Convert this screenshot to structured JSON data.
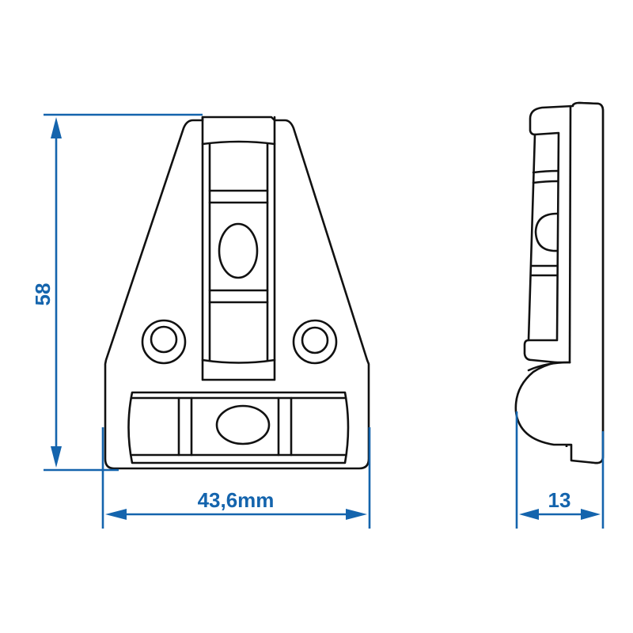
{
  "drawing": {
    "type": "technical dimension drawing",
    "subject": "spirit level (front and side view)",
    "colors": {
      "dimension": "#1464ad",
      "outline": "#111111",
      "background": "#ffffff"
    }
  },
  "dimensions": {
    "height": {
      "label": "58",
      "orientation": "vertical"
    },
    "width": {
      "label": "43,6mm",
      "orientation": "horizontal"
    },
    "depth": {
      "label": "13",
      "orientation": "horizontal"
    }
  },
  "views": {
    "front": {
      "name": "front view",
      "vials": 2,
      "mounting_holes": 2
    },
    "side": {
      "name": "side view"
    }
  }
}
